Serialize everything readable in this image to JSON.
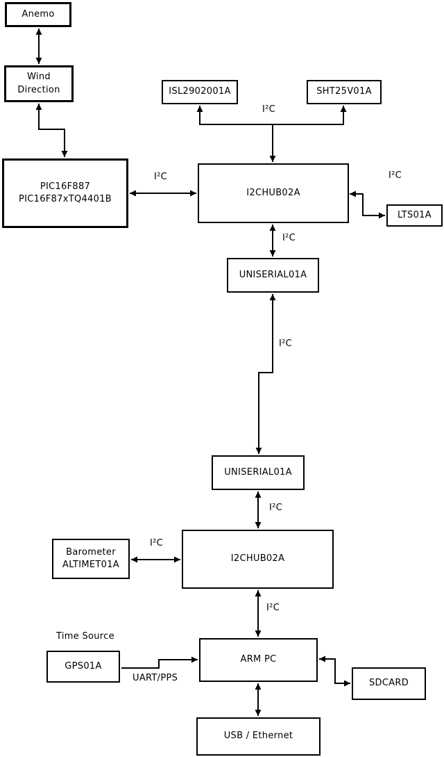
{
  "canvas": {
    "background": "#ffffff",
    "line_color": "#000000",
    "box_fill": "#ffffff",
    "box_border": "#000000"
  },
  "nodes": {
    "anemo": {
      "label": "Anemo"
    },
    "wind_direction": {
      "label": "Wind\nDirection"
    },
    "pic": {
      "label": "PIC16F887\nPIC16F87xTQ4401B"
    },
    "isl": {
      "label": "ISL2902001A"
    },
    "sht": {
      "label": "SHT25V01A"
    },
    "hub1": {
      "label": "I2CHUB02A"
    },
    "lts": {
      "label": "LTS01A"
    },
    "uniserial1": {
      "label": "UNISERIAL01A"
    },
    "uniserial2": {
      "label": "UNISERIAL01A"
    },
    "barometer": {
      "label": "Barometer\nALTIMET01A"
    },
    "hub2": {
      "label": "I2CHUB02A"
    },
    "gps": {
      "label": "GPS01A"
    },
    "arm_pc": {
      "label": "ARM PC"
    },
    "sdcard": {
      "label": "SDCARD"
    },
    "usb_ethernet": {
      "label": "USB / Ethernet"
    }
  },
  "labels": {
    "pic_hub1": "I²C",
    "hub1_sensors": "I²C",
    "hub1_lts": "I²C",
    "hub1_uniserial1": "I²C",
    "uniserial_link": "I²C",
    "uniserial2_hub2": "I²C",
    "barometer_hub2": "I²C",
    "hub2_armpc": "I²C",
    "time_source": "Time Source",
    "uart_pps": "UART/PPS"
  }
}
